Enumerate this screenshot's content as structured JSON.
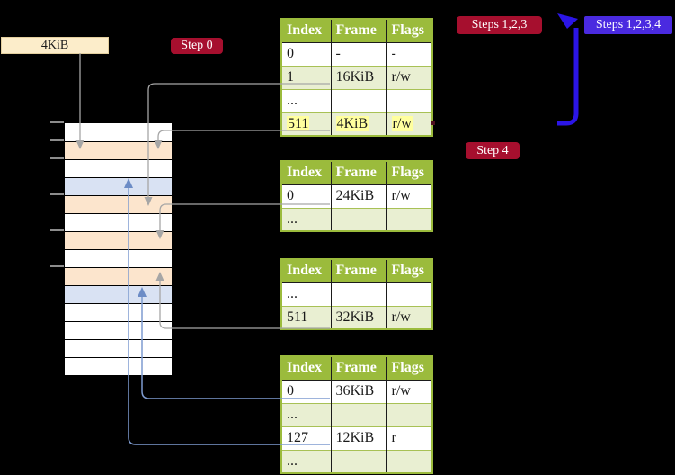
{
  "page": {
    "background": "#000000"
  },
  "frame_label": {
    "text": "4KiB"
  },
  "badges": {
    "step0": {
      "label": "Step 0",
      "color": "#a60f2e"
    },
    "steps123": {
      "label": "Steps 1,2,3",
      "color": "#a60f2e"
    },
    "steps1234": {
      "label": "Steps 1,2,3,4",
      "color": "#4a2ae0"
    },
    "step4": {
      "label": "Step 4",
      "color": "#a60f2e"
    }
  },
  "page_tables": [
    {
      "headers": [
        "Index",
        "Frame",
        "Flags"
      ],
      "rows": [
        {
          "index": "0",
          "frame": "-",
          "flags": "-",
          "shaded": false,
          "highlighted": false
        },
        {
          "index": "1",
          "frame": "16KiB",
          "flags": "r/w",
          "shaded": true,
          "highlighted": false
        },
        {
          "index": "...",
          "frame": "",
          "flags": "",
          "shaded": false,
          "highlighted": false
        },
        {
          "index": "511",
          "frame": "4KiB",
          "flags": "r/w",
          "shaded": true,
          "highlighted": true
        }
      ]
    },
    {
      "headers": [
        "Index",
        "Frame",
        "Flags"
      ],
      "rows": [
        {
          "index": "0",
          "frame": "24KiB",
          "flags": "r/w",
          "shaded": false,
          "highlighted": false
        },
        {
          "index": "...",
          "frame": "",
          "flags": "",
          "shaded": true,
          "highlighted": false
        }
      ]
    },
    {
      "headers": [
        "Index",
        "Frame",
        "Flags"
      ],
      "rows": [
        {
          "index": "...",
          "frame": "",
          "flags": "",
          "shaded": false,
          "highlighted": false
        },
        {
          "index": "511",
          "frame": "32KiB",
          "flags": "r/w",
          "shaded": true,
          "highlighted": false
        }
      ]
    },
    {
      "headers": [
        "Index",
        "Frame",
        "Flags"
      ],
      "rows": [
        {
          "index": "0",
          "frame": "36KiB",
          "flags": "r/w",
          "shaded": false,
          "highlighted": false
        },
        {
          "index": "...",
          "frame": "",
          "flags": "",
          "shaded": true,
          "highlighted": false
        },
        {
          "index": "127",
          "frame": "12KiB",
          "flags": "r",
          "shaded": false,
          "highlighted": false
        },
        {
          "index": "...",
          "frame": "",
          "flags": "",
          "shaded": true,
          "highlighted": false
        }
      ]
    }
  ],
  "memory_column": {
    "rows": [
      "white",
      "peach",
      "white",
      "blue",
      "peach",
      "white",
      "peach",
      "white",
      "peach",
      "blue",
      "white",
      "white",
      "white",
      "white"
    ]
  },
  "colors": {
    "table_header_green": "#9bbb3c",
    "table_row_shade": "#e9efd2",
    "highlight_yellow": "#ffff9e",
    "memory_peach": "#fce5cd",
    "memory_blue": "#d9e2f3",
    "gray_connector": "#a6a6a6",
    "blue_connector": "#7e9bd0",
    "loop_arrow_blue": "#2b15e6",
    "badge_red": "#a60f2e",
    "badge_violet": "#4a2ae0",
    "frame_label_bg": "#fcedca"
  }
}
